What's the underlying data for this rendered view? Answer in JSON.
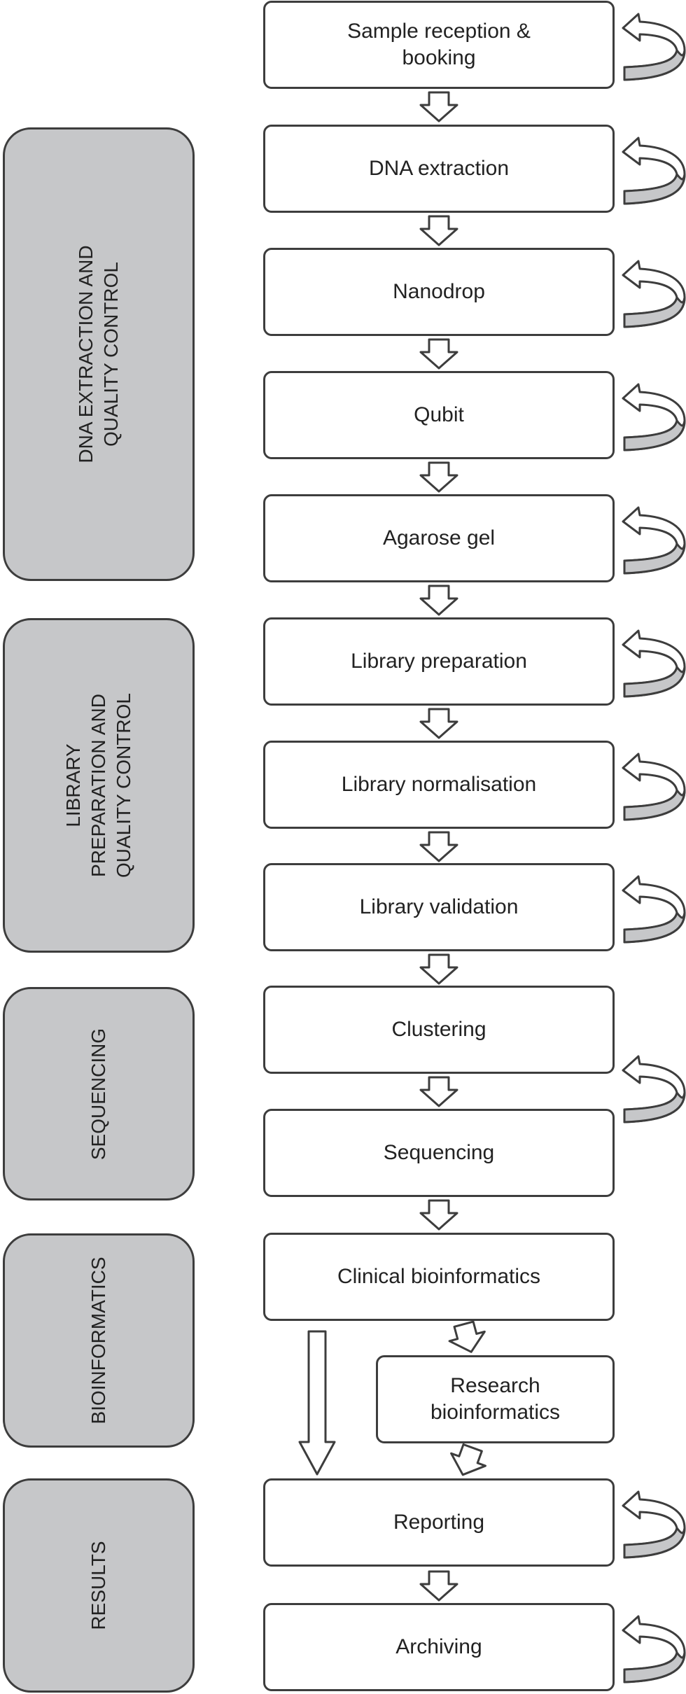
{
  "steps": [
    "Sample reception &\nbooking",
    "DNA extraction",
    "Nanodrop",
    "Qubit",
    "Agarose gel",
    "Library preparation",
    "Library normalisation",
    "Library validation",
    "Clustering",
    "Sequencing",
    "Clinical bioinformatics",
    "Research\nbioinformatics",
    "Reporting",
    "Archiving"
  ],
  "phases": [
    "DNA EXTRACTION AND\nQUALITY CONTROL",
    "LIBRARY\nPREPARATION AND\nQUALITY CONTROL",
    "SEQUENCING",
    "BIOINFORMATICS",
    "RESULTS"
  ]
}
